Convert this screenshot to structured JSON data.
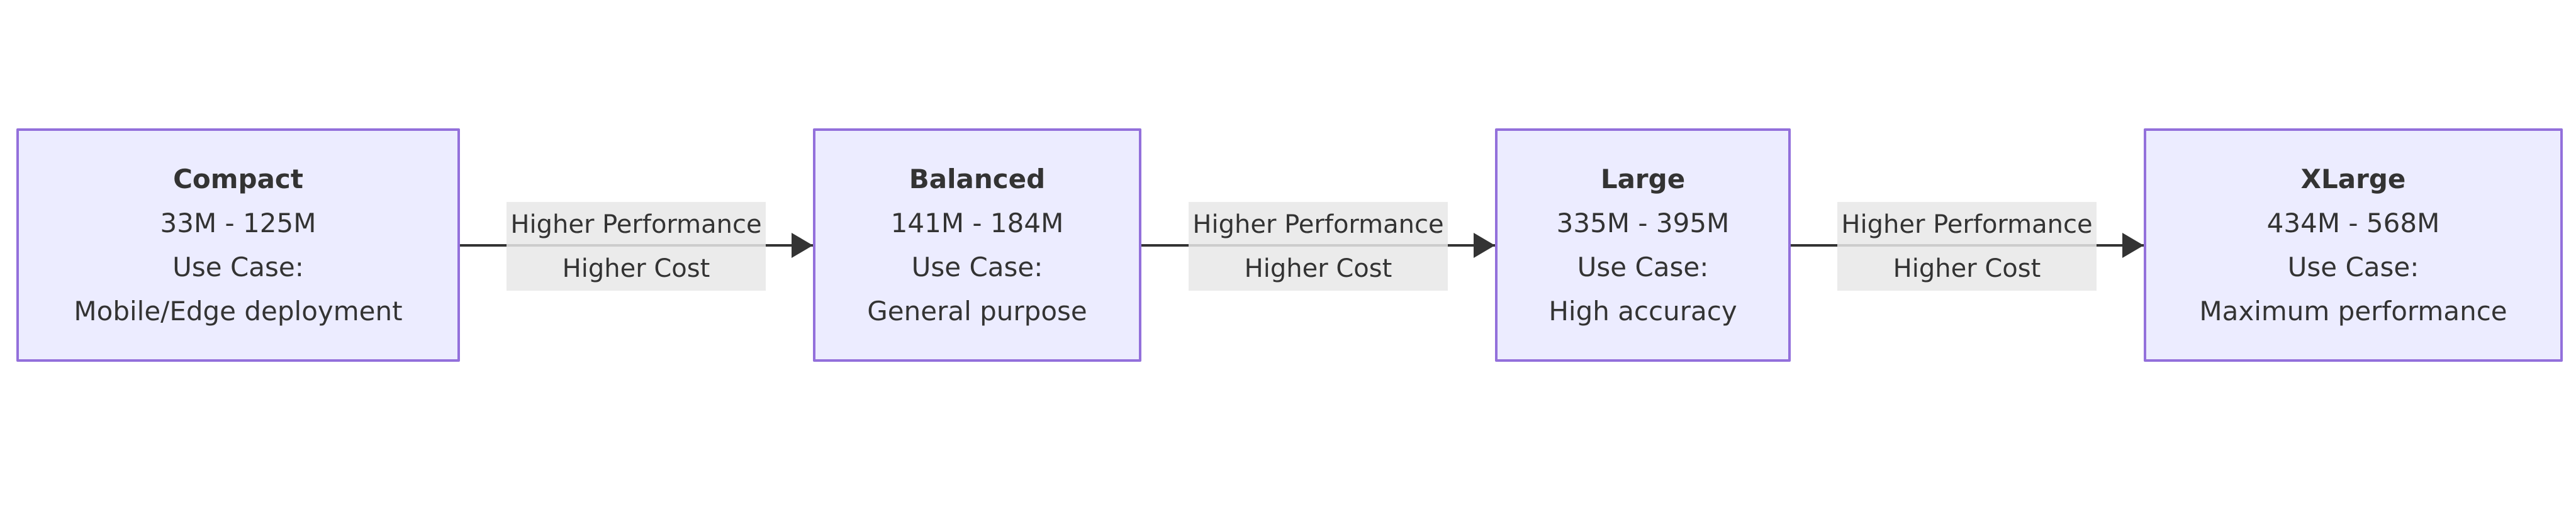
{
  "diagram": {
    "type": "flowchart-left-to-right",
    "colors": {
      "node_fill": "#ECECFF",
      "node_border": "#9370DB",
      "edge_label_background": "#E8E8E8",
      "arrow_line": "#333333",
      "text": "#333333",
      "page_background": "#FFFFFF"
    },
    "nodes": [
      {
        "title": "Compact",
        "param_range": "33M - 125M",
        "use_case_label": "Use Case:",
        "use_case": "Mobile/Edge deployment"
      },
      {
        "title": "Balanced",
        "param_range": "141M - 184M",
        "use_case_label": "Use Case:",
        "use_case": "General purpose"
      },
      {
        "title": "Large",
        "param_range": "335M - 395M",
        "use_case_label": "Use Case:",
        "use_case": "High accuracy"
      },
      {
        "title": "XLarge",
        "param_range": "434M - 568M",
        "use_case_label": "Use Case:",
        "use_case": "Maximum performance"
      }
    ],
    "edges": [
      {
        "from": "Compact",
        "to": "Balanced",
        "performance_label": "Higher Performance",
        "cost_label": "Higher Cost"
      },
      {
        "from": "Balanced",
        "to": "Large",
        "performance_label": "Higher Performance",
        "cost_label": "Higher Cost"
      },
      {
        "from": "Large",
        "to": "XLarge",
        "performance_label": "Higher Performance",
        "cost_label": "Higher Cost"
      }
    ]
  }
}
